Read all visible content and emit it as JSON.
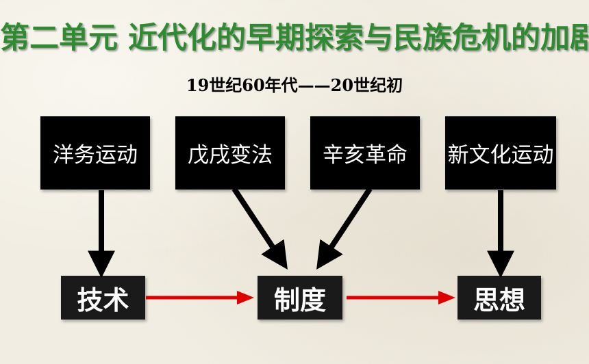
{
  "slide": {
    "title": "第二单元  近代化的早期探索与民族危机的加剧",
    "subtitle": "19世纪60年代——20世纪初"
  },
  "events": [
    {
      "id": "ev1",
      "label": "洋务运动"
    },
    {
      "id": "ev2",
      "label": "戊戌变法"
    },
    {
      "id": "ev3",
      "label": "辛亥革命"
    },
    {
      "id": "ev4",
      "label": "新文化运动"
    }
  ],
  "results": [
    {
      "id": "res1",
      "label": "技术"
    },
    {
      "id": "res2",
      "label": "制度"
    },
    {
      "id": "res3",
      "label": "思想"
    }
  ],
  "colors": {
    "title": "#2e8b32",
    "box": "#000000",
    "box_text": "#ffffff",
    "event_arrow": "#000000",
    "progression_arrow": "#e00000"
  },
  "connections": [
    {
      "from": "洋务运动",
      "to": "技术",
      "style": "black"
    },
    {
      "from": "戊戌变法",
      "to": "制度",
      "style": "black"
    },
    {
      "from": "辛亥革命",
      "to": "制度",
      "style": "black"
    },
    {
      "from": "新文化运动",
      "to": "思想",
      "style": "black"
    },
    {
      "from": "技术",
      "to": "制度",
      "style": "red"
    },
    {
      "from": "制度",
      "to": "思想",
      "style": "red"
    }
  ]
}
